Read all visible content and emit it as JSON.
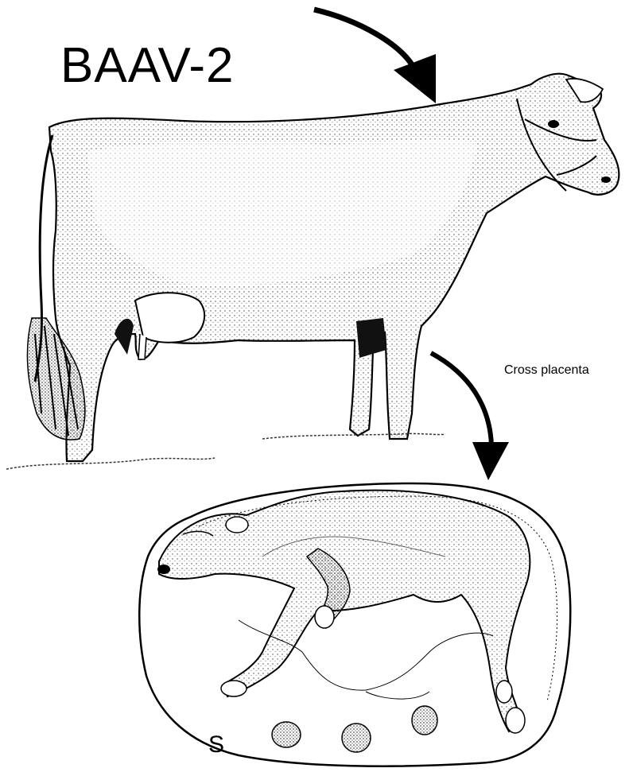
{
  "figure": {
    "title": "BAAV-2",
    "transmission_label": "Cross placenta",
    "clipped_glyph": "S"
  },
  "colors": {
    "ink": "#000000",
    "paper": "#ffffff",
    "stipple": "#444444"
  },
  "icons": {
    "top_arrow": "curved-arrow-down-icon",
    "placenta_arrow": "curved-arrow-down-icon"
  }
}
